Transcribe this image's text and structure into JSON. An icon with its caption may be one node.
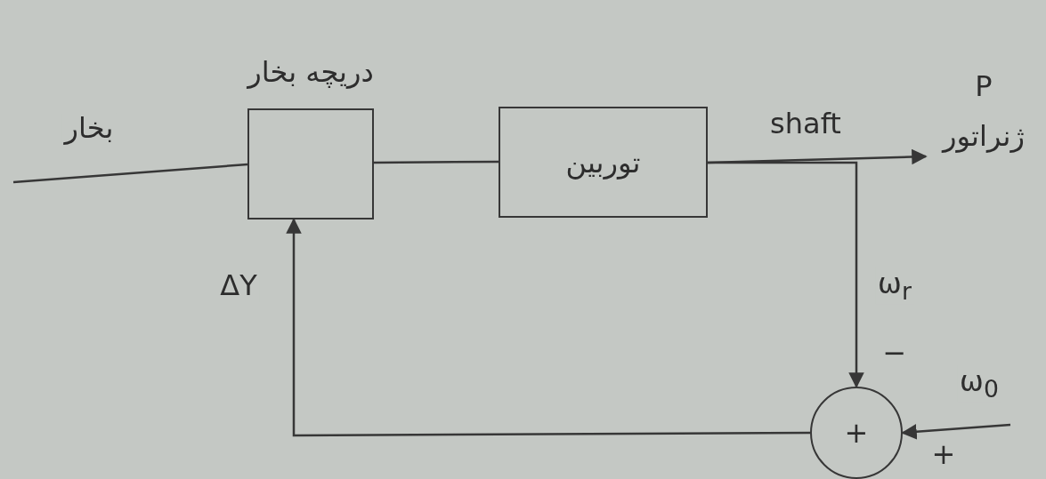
{
  "diagram": {
    "nodes": [
      {
        "text": [
          "دریچه بخار"
        ]
      },
      {
        "text": [
          "توربین"
        ]
      },
      {
        "text": [
          "ژنراتور"
        ],
        "beside": [
          "P"
        ]
      },
      {
        "text": [
          "+"
        ]
      }
    ],
    "edges": [
      {
        "from": null,
        "to": 0,
        "arrow": "none",
        "label": "بخار"
      },
      {
        "from": 0,
        "to": 1,
        "arrow": "none"
      },
      {
        "from": 1,
        "to": 2,
        "arrow": "to",
        "label": "shaft"
      },
      {
        "from": 1,
        "to": 3,
        "arrow": "to",
        "label": "ω$_{r}$"
      },
      {
        "from": null,
        "to": 3,
        "arrow": "to",
        "label": "ω$_{0}$"
      },
      {
        "from": 3,
        "to": 0,
        "arrow": "to",
        "label": "ΔY"
      }
    ],
    "labels": [
      "−",
      "+"
    ]
  }
}
